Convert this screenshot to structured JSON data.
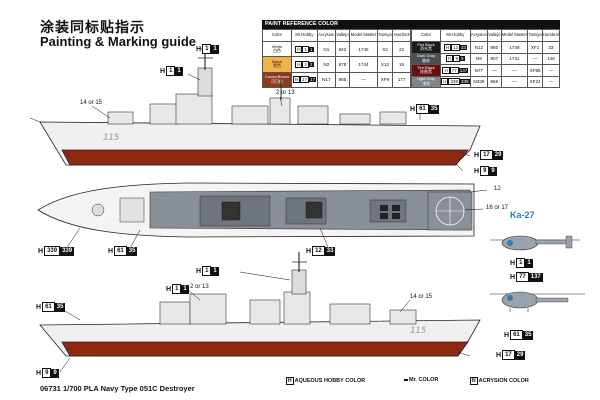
{
  "title_cn": "涂装同标贴指示",
  "title_en": "Painting & Marking guide",
  "footer": "06731 1/700 PLA Navy Type 051C Destroyer",
  "legend": {
    "aqueous_prefix": "H",
    "aqueous": "AQUEOUS HOBBY COLOR",
    "mr_prefix": "",
    "mr": "Mr. COLOR",
    "acrysion_prefix": "N",
    "acrysion": "ACRYSION COLOR"
  },
  "paint_table": {
    "heading": "PAINT REFERENCE COLOR",
    "columns": [
      "Color",
      "Mr.Hobby",
      "Acrysion",
      "Vallejo",
      "Model Master",
      "Tamiya",
      "Humbrol"
    ],
    "left_rows": [
      {
        "color": "White",
        "color_cn": "白色",
        "swatch": "#ffffff",
        "text": "#111111",
        "mr_h": "1",
        "mr_n": "1",
        "acrysion": "N1",
        "vallejo": "842",
        "model_master": "1745",
        "tamiya": "X2",
        "humbrol": "22"
      },
      {
        "color": "Black",
        "color_cn": "黑色",
        "swatch": "#f2b24a",
        "text": "#111111",
        "mr_h": "2",
        "mr_n": "2",
        "acrysion": "N2",
        "vallejo": "878",
        "model_master": "1744",
        "tamiya": "X12",
        "humbrol": "16"
      },
      {
        "color": "Cocoa Brown",
        "color_cn": "可可棕",
        "swatch": "#8c3b1c",
        "text": "#ffffff",
        "mr_h": "17",
        "mr_n": "17",
        "acrysion": "N17",
        "vallejo": "985",
        "model_master": "—",
        "tamiya": "XF9",
        "humbrol": "177"
      }
    ],
    "right_rows": [
      {
        "color": "Flat Black",
        "color_cn": "消光黑",
        "swatch": "#1a1a1a",
        "text": "#ffffff",
        "mr_h": "12",
        "mr_n": "33",
        "acrysion": "N12",
        "vallejo": "950",
        "model_master": "1749",
        "tamiya": "XF1",
        "humbrol": "33"
      },
      {
        "color": "Dark Gray",
        "color_cn": "暗灰",
        "swatch": "#4a4f55",
        "text": "#ffffff",
        "mr_h": "9",
        "mr_n": "9",
        "acrysion": "N9",
        "vallejo": "907",
        "model_master": "1731",
        "tamiya": "—",
        "humbrol": "146"
      },
      {
        "color": "Tire Black",
        "color_cn": "轮胎黑",
        "swatch": "#6a0f0f",
        "text": "#ffffff",
        "mr_h": "77",
        "mr_n": "137",
        "acrysion": "N77",
        "vallejo": "—",
        "model_master": "—",
        "tamiya": "XF85",
        "humbrol": "—"
      },
      {
        "color": "Light Gray",
        "color_cn": "浅灰",
        "swatch": "#7e858c",
        "text": "#ffffff",
        "mr_h": "339",
        "mr_n": "339",
        "acrysion": "N339",
        "vallejo": "866",
        "model_master": "—",
        "tamiya": "XF24",
        "humbrol": "—"
      }
    ]
  },
  "callouts": [
    {
      "name": "callout-h1-top",
      "h": "H",
      "n": "1",
      "w": "1"
    },
    {
      "name": "callout-h1-mast",
      "h": "H",
      "n": "1",
      "w": "1"
    },
    {
      "name": "callout-h61-35-top",
      "h": "H",
      "n": "61",
      "w": "35"
    },
    {
      "name": "callout-h17-29-top",
      "h": "H",
      "n": "17",
      "w": "29"
    },
    {
      "name": "callout-h9-9-top",
      "h": "H",
      "n": "9",
      "w": "9"
    },
    {
      "name": "callout-h339-339",
      "h": "H",
      "n": "339",
      "w": "339"
    },
    {
      "name": "callout-h61-35-plan",
      "h": "H",
      "n": "61",
      "w": "35"
    },
    {
      "name": "callout-h12-33",
      "h": "H",
      "n": "12",
      "w": "33"
    },
    {
      "name": "callout-h1-bottom",
      "h": "H",
      "n": "1",
      "w": "1"
    },
    {
      "name": "callout-h1-bottom-mast",
      "h": "H",
      "n": "1",
      "w": "1"
    },
    {
      "name": "callout-h61-35-bottom",
      "h": "H",
      "n": "61",
      "w": "35"
    },
    {
      "name": "callout-h9-9-bottom",
      "h": "H",
      "n": "9",
      "w": "9"
    },
    {
      "name": "callout-h61-35-heli",
      "h": "H",
      "n": "61",
      "w": "35"
    },
    {
      "name": "callout-h17-29-bottom",
      "h": "H",
      "n": "17",
      "w": "29"
    },
    {
      "name": "callout-h1-heli",
      "h": "H",
      "n": "1",
      "w": "1"
    },
    {
      "name": "callout-h77-137",
      "h": "H",
      "n": "77",
      "w": "137"
    }
  ],
  "labels": {
    "top_14or15": "14 or 15",
    "top_2or13": "2 or 13",
    "top_hull_number": "115",
    "plan_12": "12",
    "plan_16or17": "16 or 17",
    "bottom_2or13": "2 or 13",
    "bottom_14or15": "14 or 15",
    "bottom_hull_number": "115",
    "helicopter": "Ka-27"
  }
}
